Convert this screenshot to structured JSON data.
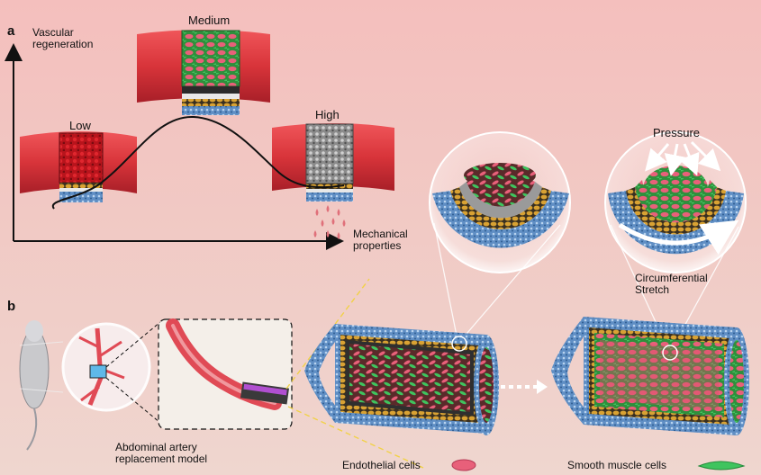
{
  "panels": {
    "a": "a",
    "b": "b"
  },
  "panel_a": {
    "y_axis_label": "Vascular regeneration",
    "x_axis_label": "Mechanical properties",
    "levels": {
      "low": "Low",
      "medium": "Medium",
      "high": "High"
    },
    "pressure_label": "Pressure",
    "stretch_label": "Circumferential Stretch"
  },
  "panel_b": {
    "model_label": "Abdominal artery replacement model",
    "legend": {
      "endothelial": "Endothelial cells",
      "smooth_muscle": "Smooth muscle cells"
    }
  },
  "colors": {
    "vessel": "#d8343a",
    "endothelial": "#e8607a",
    "smooth_muscle": "#3fc45e",
    "adventitia": "#6f9fd0",
    "collagen": "#d9a233",
    "arrow": "#3a3a3a"
  }
}
